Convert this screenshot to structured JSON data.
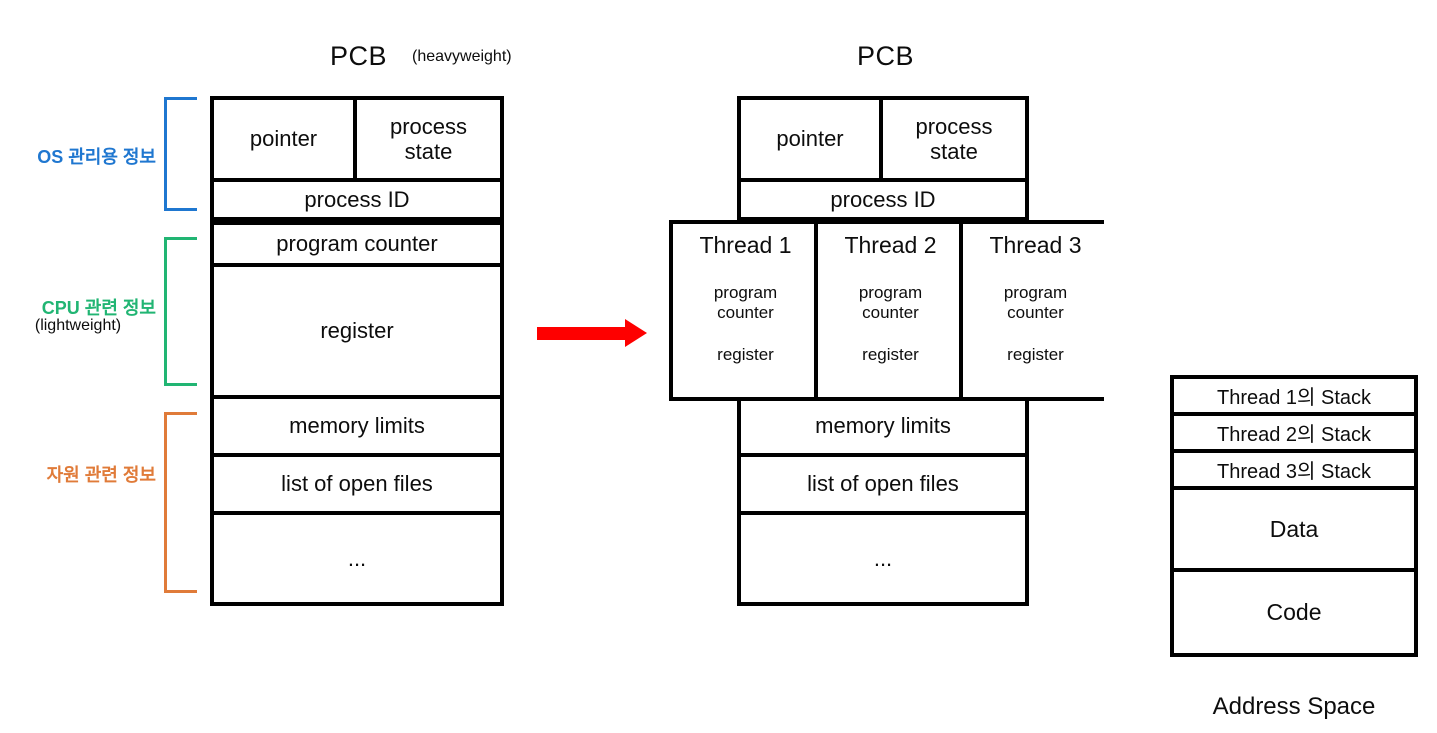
{
  "figure": {
    "left_title": "PCB",
    "left_title_note": "(heavyweight)",
    "right_title": "PCB",
    "arrow": "red-right-arrow"
  },
  "brackets": [
    {
      "label": "OS 관리용 정보",
      "sublabel": "",
      "color": "#1f77d0"
    },
    {
      "label": "CPU 관련 정보",
      "sublabel": "(lightweight)",
      "color": "#21b573"
    },
    {
      "label": "자원 관련 정보",
      "sublabel": "",
      "color": "#e07b39"
    }
  ],
  "pcb_left": {
    "pointer": "pointer",
    "process_state": "process\nstate",
    "process_id": "process ID",
    "program_counter": "program counter",
    "register": "register",
    "memory_limits": "memory limits",
    "list_of_open_files": "list of open files",
    "ellipsis": "..."
  },
  "pcb_right": {
    "pointer": "pointer",
    "process_state": "process\nstate",
    "process_id": "process ID",
    "memory_limits": "memory limits",
    "list_of_open_files": "list of open files",
    "ellipsis": "..."
  },
  "threads": [
    {
      "title": "Thread 1",
      "program_counter": "program\ncounter",
      "register": "register"
    },
    {
      "title": "Thread 2",
      "program_counter": "program\ncounter",
      "register": "register"
    },
    {
      "title": "Thread 3",
      "program_counter": "program\ncounter",
      "register": "register"
    }
  ],
  "address_space": {
    "caption": "Address Space",
    "rows": [
      "Thread 1의 Stack",
      "Thread 2의 Stack",
      "Thread 3의 Stack",
      "Data",
      "Code"
    ]
  }
}
